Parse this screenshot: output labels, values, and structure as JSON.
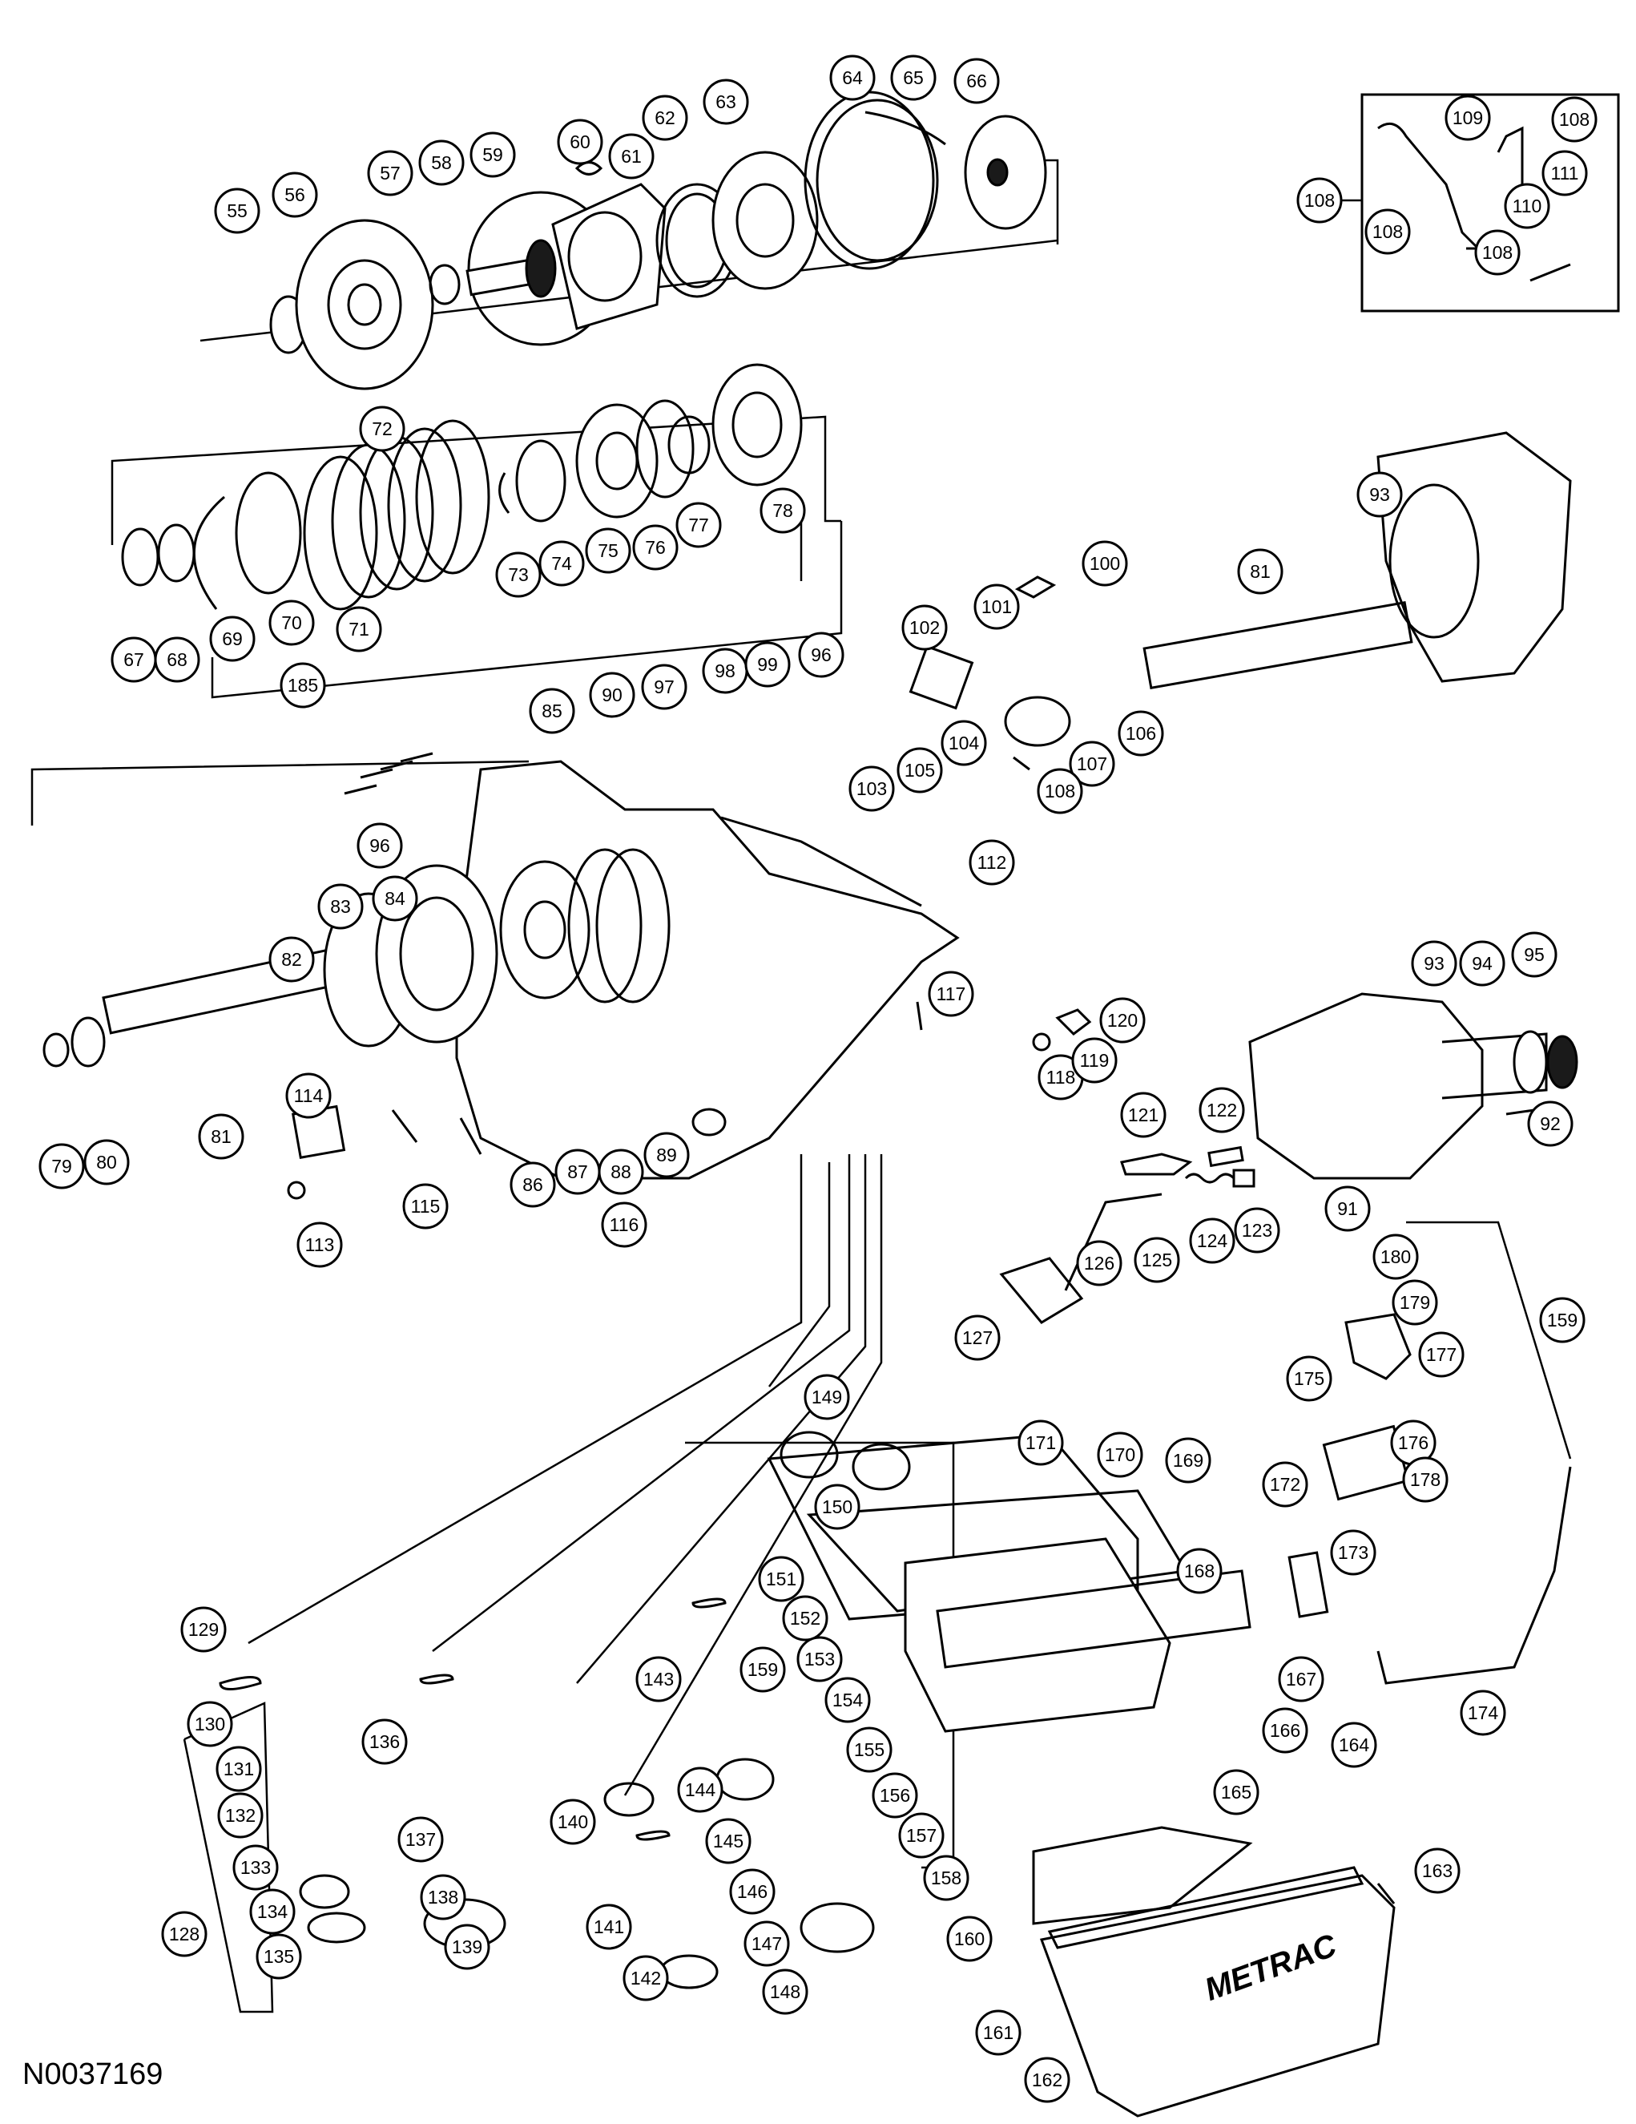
{
  "figure_id": "N0037169",
  "pan_logo": "METRAC",
  "callouts": [
    "55",
    "56",
    "57",
    "58",
    "59",
    "60",
    "61",
    "62",
    "63",
    "64",
    "65",
    "66",
    "67",
    "68",
    "69",
    "70",
    "71",
    "72",
    "73",
    "74",
    "75",
    "76",
    "77",
    "78",
    "79",
    "80",
    "81",
    "82",
    "83",
    "84",
    "85",
    "86",
    "87",
    "88",
    "89",
    "90",
    "91",
    "92",
    "93",
    "94",
    "95",
    "96",
    "97",
    "98",
    "99",
    "100",
    "101",
    "102",
    "103",
    "104",
    "105",
    "106",
    "107",
    "108",
    "109",
    "110",
    "111",
    "112",
    "113",
    "114",
    "115",
    "116",
    "117",
    "118",
    "119",
    "120",
    "121",
    "122",
    "123",
    "124",
    "125",
    "126",
    "127",
    "128",
    "129",
    "130",
    "131",
    "132",
    "133",
    "134",
    "135",
    "136",
    "137",
    "138",
    "139",
    "140",
    "141",
    "142",
    "143",
    "144",
    "145",
    "146",
    "147",
    "148",
    "149",
    "150",
    "151",
    "152",
    "153",
    "154",
    "155",
    "156",
    "157",
    "158",
    "159",
    "160",
    "161",
    "162",
    "163",
    "164",
    "165",
    "166",
    "167",
    "168",
    "169",
    "170",
    "171",
    "172",
    "173",
    "174",
    "175",
    "176",
    "177",
    "178",
    "179",
    "180",
    "185"
  ]
}
